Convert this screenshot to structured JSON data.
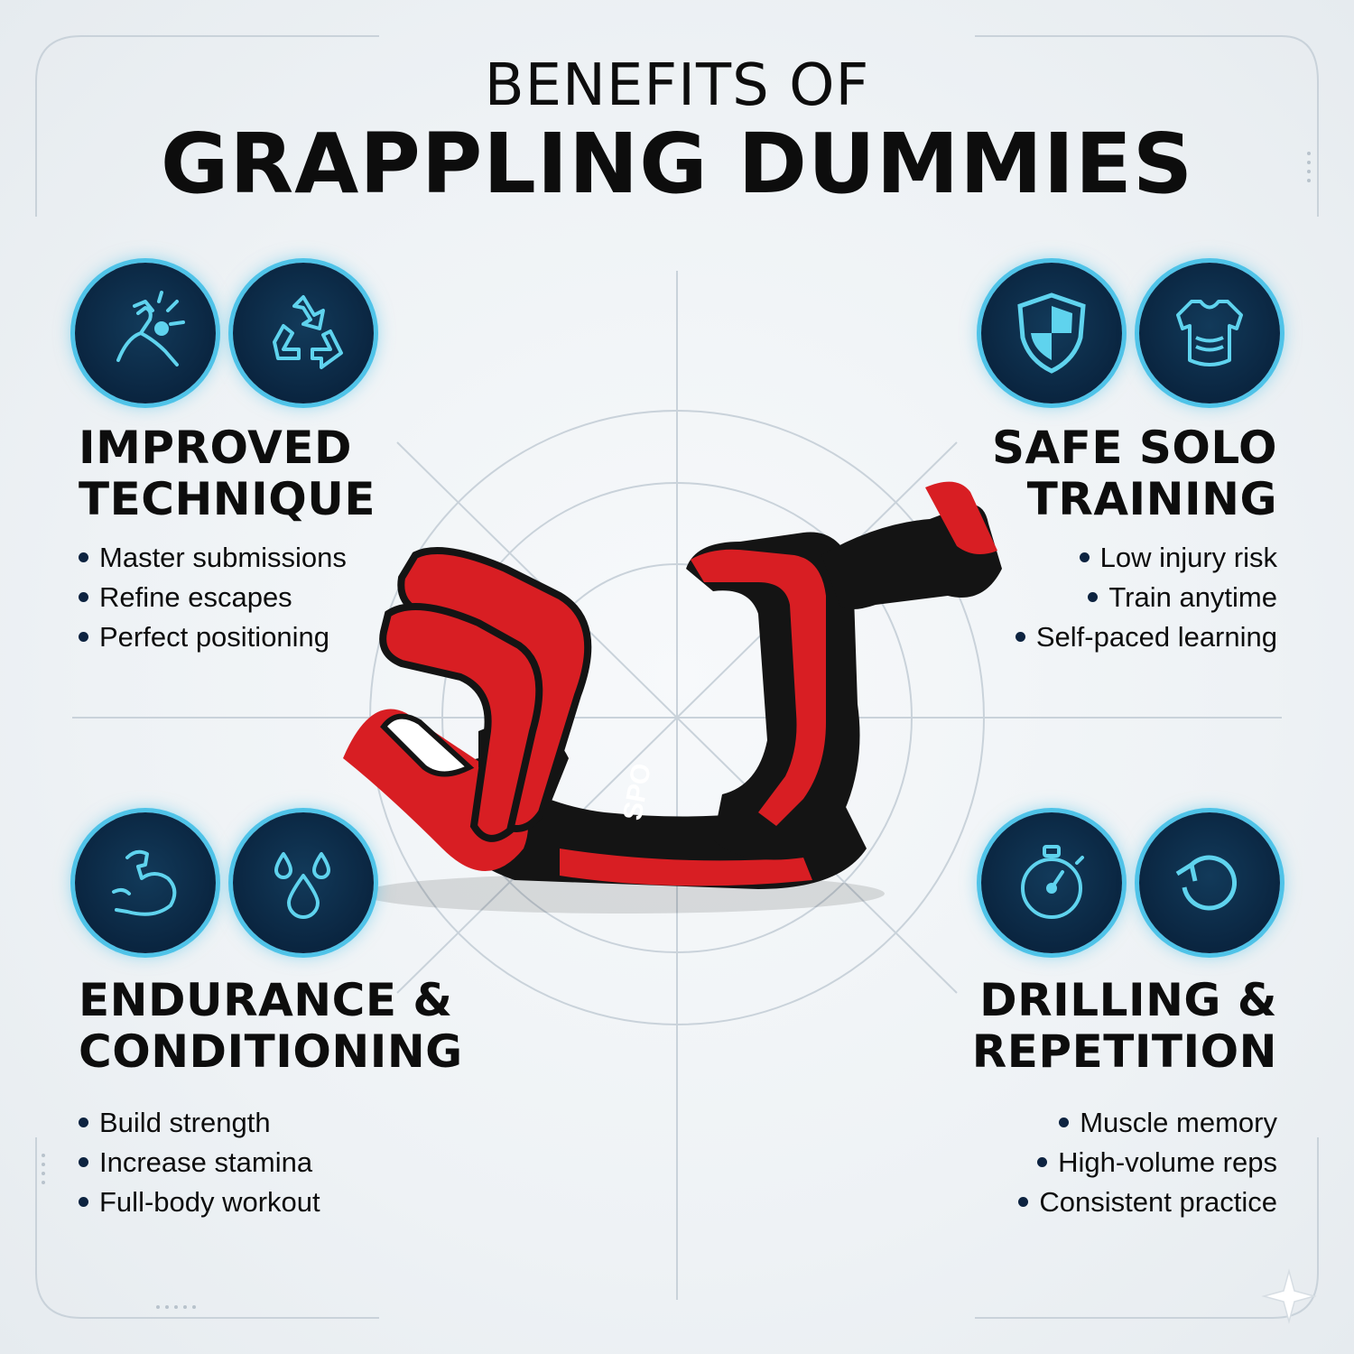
{
  "heading": {
    "top": "BENEFITS OF",
    "main": "GRAPPLING DUMMIES"
  },
  "colors": {
    "navy": "#0a2540",
    "glow": "#4fc3e8",
    "red": "#d81e23",
    "black": "#111111"
  },
  "sections": {
    "top_left": {
      "icons": [
        "flexing-arm-icon",
        "recycle-triangle-icon"
      ],
      "title_lines": [
        "IMPROVED",
        "TECHNIQUE"
      ],
      "bullets": [
        "Master submissions",
        "Refine escapes",
        "Perfect positioning"
      ]
    },
    "top_right": {
      "icons": [
        "shield-icon",
        "body-armor-icon"
      ],
      "title_lines": [
        "SAFE SOLO",
        "TRAINING"
      ],
      "bullets": [
        "Low injury risk",
        "Train anytime",
        "Self-paced learning"
      ]
    },
    "bottom_left": {
      "icons": [
        "bicep-icon",
        "water-drops-icon"
      ],
      "title_lines": [
        "ENDURANCE &",
        "CONDITIONING"
      ],
      "bullets": [
        "Build strength",
        "Increase stamina",
        "Full-body workout"
      ]
    },
    "bottom_right": {
      "icons": [
        "stopwatch-icon",
        "repeat-arrow-icon"
      ],
      "title_lines": [
        "DRILLING &",
        "REPETITION"
      ],
      "bullets": [
        "Muscle memory",
        "High-volume reps",
        "Consistent practice"
      ]
    }
  },
  "product": {
    "brand_text": "SPO"
  }
}
